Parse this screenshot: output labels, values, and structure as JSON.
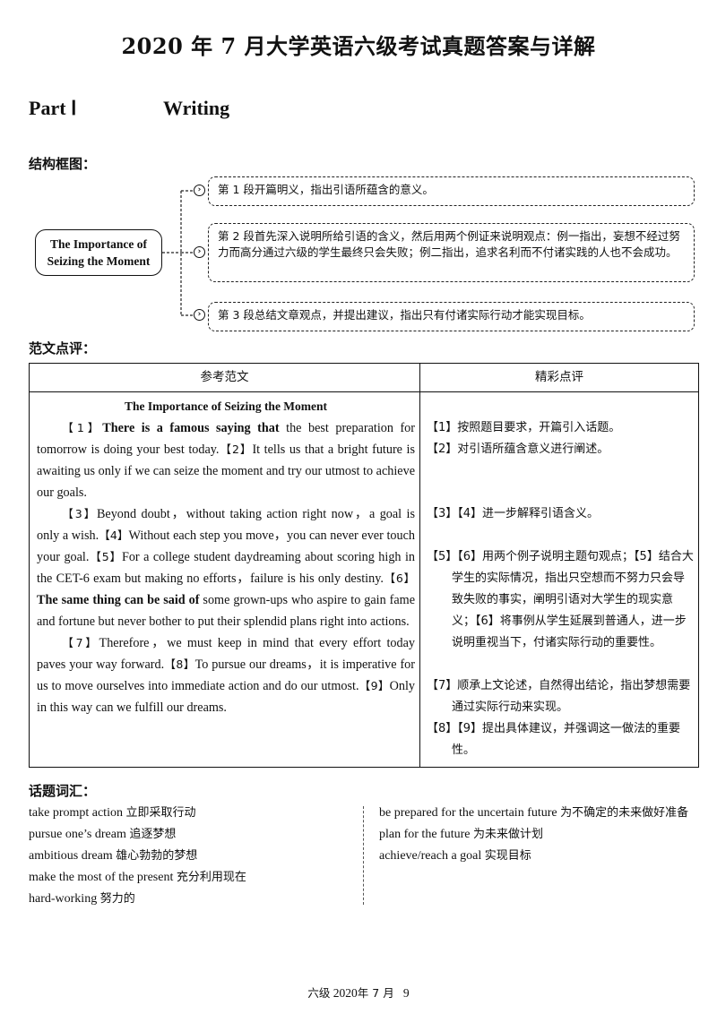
{
  "title": "2020 年 7 月大学英语六级考试真题答案与详解",
  "part": {
    "number": "Part Ⅰ",
    "name": "Writing"
  },
  "structure": {
    "heading": "结构框图：",
    "topic": "The Importance of Seizing the Moment",
    "paragraphs": [
      "第 1 段开篇明义，指出引语所蕴含的意义。",
      "第 2 段首先深入说明所给引语的含义，然后用两个例证来说明观点：例一指出，妄想不经过努力而高分通过六级的学生最终只会失败；例二指出，追求名利而不付诸实践的人也不会成功。",
      "第 3 段总结文章观点，并提出建议，指出只有付诸实际行动才能实现目标。"
    ]
  },
  "review": {
    "heading": "范文点评：",
    "col1_header": "参考范文",
    "col2_header": "精彩点评",
    "essay_title": "The Importance of Seizing the Moment",
    "p1": {
      "m1": "【1】",
      "bold1": "There is a famous saying that",
      "t1": " the best preparation for tomorrow is doing your best today.",
      "m2": "【2】",
      "t2": "It tells us that a bright future is awaiting us only if we can seize the moment and try our utmost to achieve our goals."
    },
    "p2": {
      "m3": "【3】",
      "t3": "Beyond doubt，without taking action right now，a goal is only a wish.",
      "m4": "【4】",
      "t4": "Without each step you move，you can never ever touch your goal.",
      "m5": "【5】",
      "t5": "For a college student daydreaming about scoring high in the CET-6 exam but making no efforts，failure is his only destiny.",
      "m6": "【6】",
      "bold6": "The same thing can be said of",
      "t6": " some grown-ups who aspire to gain fame and fortune but never bother to put their splendid plans right into actions."
    },
    "p3": {
      "m7": "【7】",
      "t7": "Therefore，we must keep in mind that every effort today paves your way forward.",
      "m8": "【8】",
      "t8": "To pursue our dreams，it is imperative for us to move ourselves into immediate action and do our utmost.",
      "m9": "【9】",
      "t9": "Only in this way can we fulfill our dreams."
    },
    "comments": [
      "【1】按照题目要求，开篇引入话题。",
      "【2】对引语所蕴含意义进行阐述。",
      "【3】【4】进一步解释引语含义。",
      "【5】【6】用两个例子说明主题句观点；【5】结合大学生的实际情况，指出只空想而不努力只会导致失败的事实，阐明引语对大学生的现实意义；【6】将事例从学生延展到普通人，进一步说明重视当下，付诸实际行动的重要性。",
      "【7】顺承上文论述，自然得出结论，指出梦想需要通过实际行动来实现。",
      "【8】【9】提出具体建议，并强调这一做法的重要性。"
    ]
  },
  "vocabulary": {
    "heading": "话题词汇：",
    "left": [
      {
        "en": "take prompt action",
        "zh": "立即采取行动"
      },
      {
        "en": "pursue one’s dream",
        "zh": "追逐梦想"
      },
      {
        "en": "ambitious dream",
        "zh": "雄心勃勃的梦想"
      },
      {
        "en": "make the most of the present",
        "zh": "充分利用现在"
      },
      {
        "en": "hard-working",
        "zh": "努力的"
      }
    ],
    "right": [
      {
        "en": "be prepared for the uncertain future",
        "zh": "为不确定的未来做好准备"
      },
      {
        "en": "plan for the future",
        "zh": "为未来做计划"
      },
      {
        "en": "achieve/reach a goal",
        "zh": "实现目标"
      }
    ]
  },
  "footer": {
    "label": "六级",
    "year": "2020",
    "month": "年 7 月",
    "page": "9"
  }
}
